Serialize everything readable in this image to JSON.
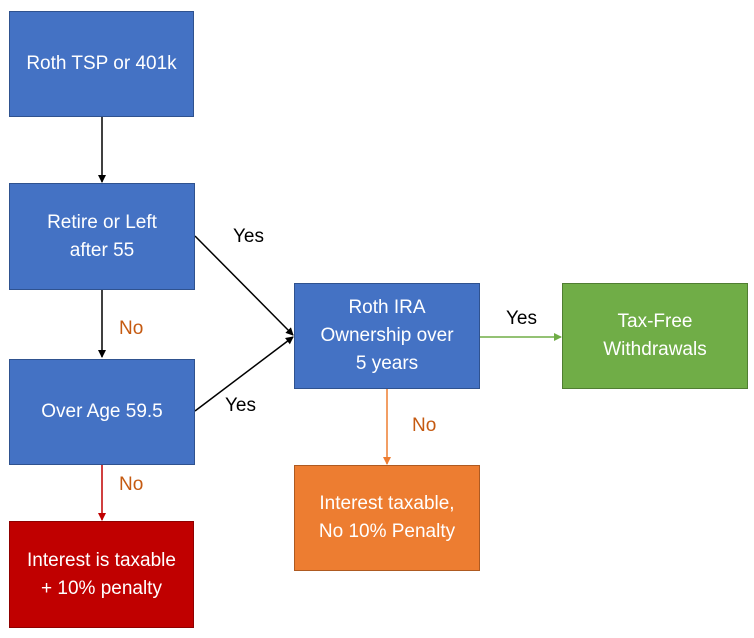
{
  "nodes": {
    "roth_tsp": "Roth TSP or 401k",
    "retire": "Retire or Left\nafter 55",
    "over_age": "Over Age 59.5",
    "taxable_penalty": "Interest is taxable\n+ 10% penalty",
    "roth_ira": "Roth IRA\nOwnership over\n5 years",
    "tax_free": "Tax-Free\nWithdrawals",
    "taxable_no_penalty": "Interest taxable,\nNo 10% Penalty"
  },
  "edges": {
    "retire_yes": "Yes",
    "retire_no": "No",
    "age_yes": "Yes",
    "age_no": "No",
    "ira_yes": "Yes",
    "ira_no": "No"
  },
  "colors": {
    "blue": "#4472c4",
    "green": "#70ad47",
    "orange": "#ed7d31",
    "red": "#c00000",
    "label_orange": "#c55a11",
    "arrow_black": "#000000",
    "arrow_red": "#c00000",
    "arrow_orange": "#ed7d31",
    "arrow_green": "#70ad47"
  }
}
